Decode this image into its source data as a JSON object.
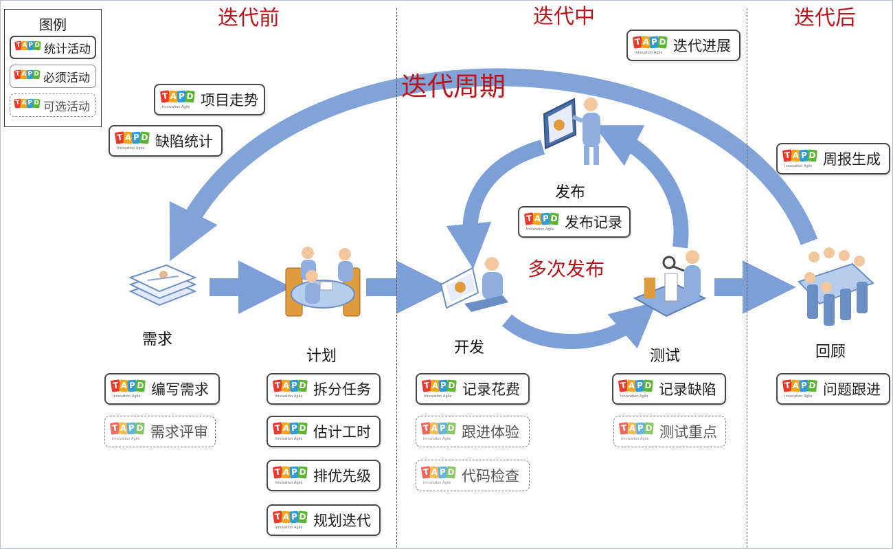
{
  "phases": {
    "before": "迭代前",
    "during": "迭代中",
    "after": "迭代后"
  },
  "cycle_title": "迭代周期",
  "multi_release": "多次发布",
  "legend": {
    "title": "图例",
    "items": [
      "统计活动",
      "必须活动",
      "可选活动"
    ]
  },
  "tapd": {
    "letters": [
      "T",
      "A",
      "P",
      "D"
    ],
    "tagline": "Innovation Agile"
  },
  "colors": {
    "accent_red": "#b8141b",
    "arrow_blue": "#7b9fd6"
  },
  "stages": {
    "requirements": "需求",
    "plan": "计划",
    "develop": "开发",
    "release": "发布",
    "test": "测试",
    "review": "回顾"
  },
  "activities": {
    "project_trend": "项目走势",
    "defect_stats": "缺陷统计",
    "iteration_progress": "迭代进展",
    "weekly_report": "周报生成",
    "release_record": "发布记录",
    "write_requirements": "编写需求",
    "requirements_review": "需求评审",
    "split_tasks": "拆分任务",
    "estimate_hours": "估计工时",
    "prioritize": "排优先级",
    "plan_iteration": "规划迭代",
    "record_cost": "记录花费",
    "follow_experience": "跟进体验",
    "code_check": "代码检查",
    "record_defects": "记录缺陷",
    "test_focus": "测试重点",
    "issue_tracking": "问题跟进"
  }
}
